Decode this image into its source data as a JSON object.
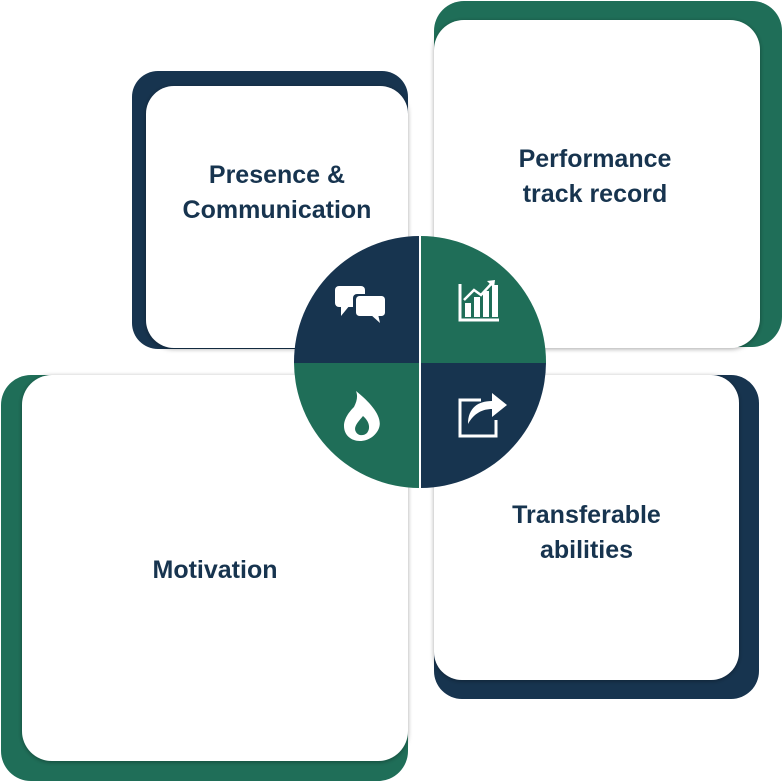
{
  "colors": {
    "navy": "#17344f",
    "green": "#1f6e58",
    "card": "#ffffff",
    "text": "#17344f",
    "icon": "#ffffff"
  },
  "quadrants": [
    {
      "id": "presence",
      "lines": [
        "Presence &",
        "Communication"
      ],
      "color": "navy",
      "icon": "speech-bubbles-icon"
    },
    {
      "id": "performance",
      "lines": [
        "Performance",
        "track record"
      ],
      "color": "green",
      "icon": "bar-chart-icon"
    },
    {
      "id": "motivation",
      "lines": [
        "Motivation"
      ],
      "color": "green",
      "icon": "flame-icon"
    },
    {
      "id": "transferable",
      "lines": [
        "Transferable",
        "abilities"
      ],
      "color": "navy",
      "icon": "share-arrow-icon"
    }
  ]
}
